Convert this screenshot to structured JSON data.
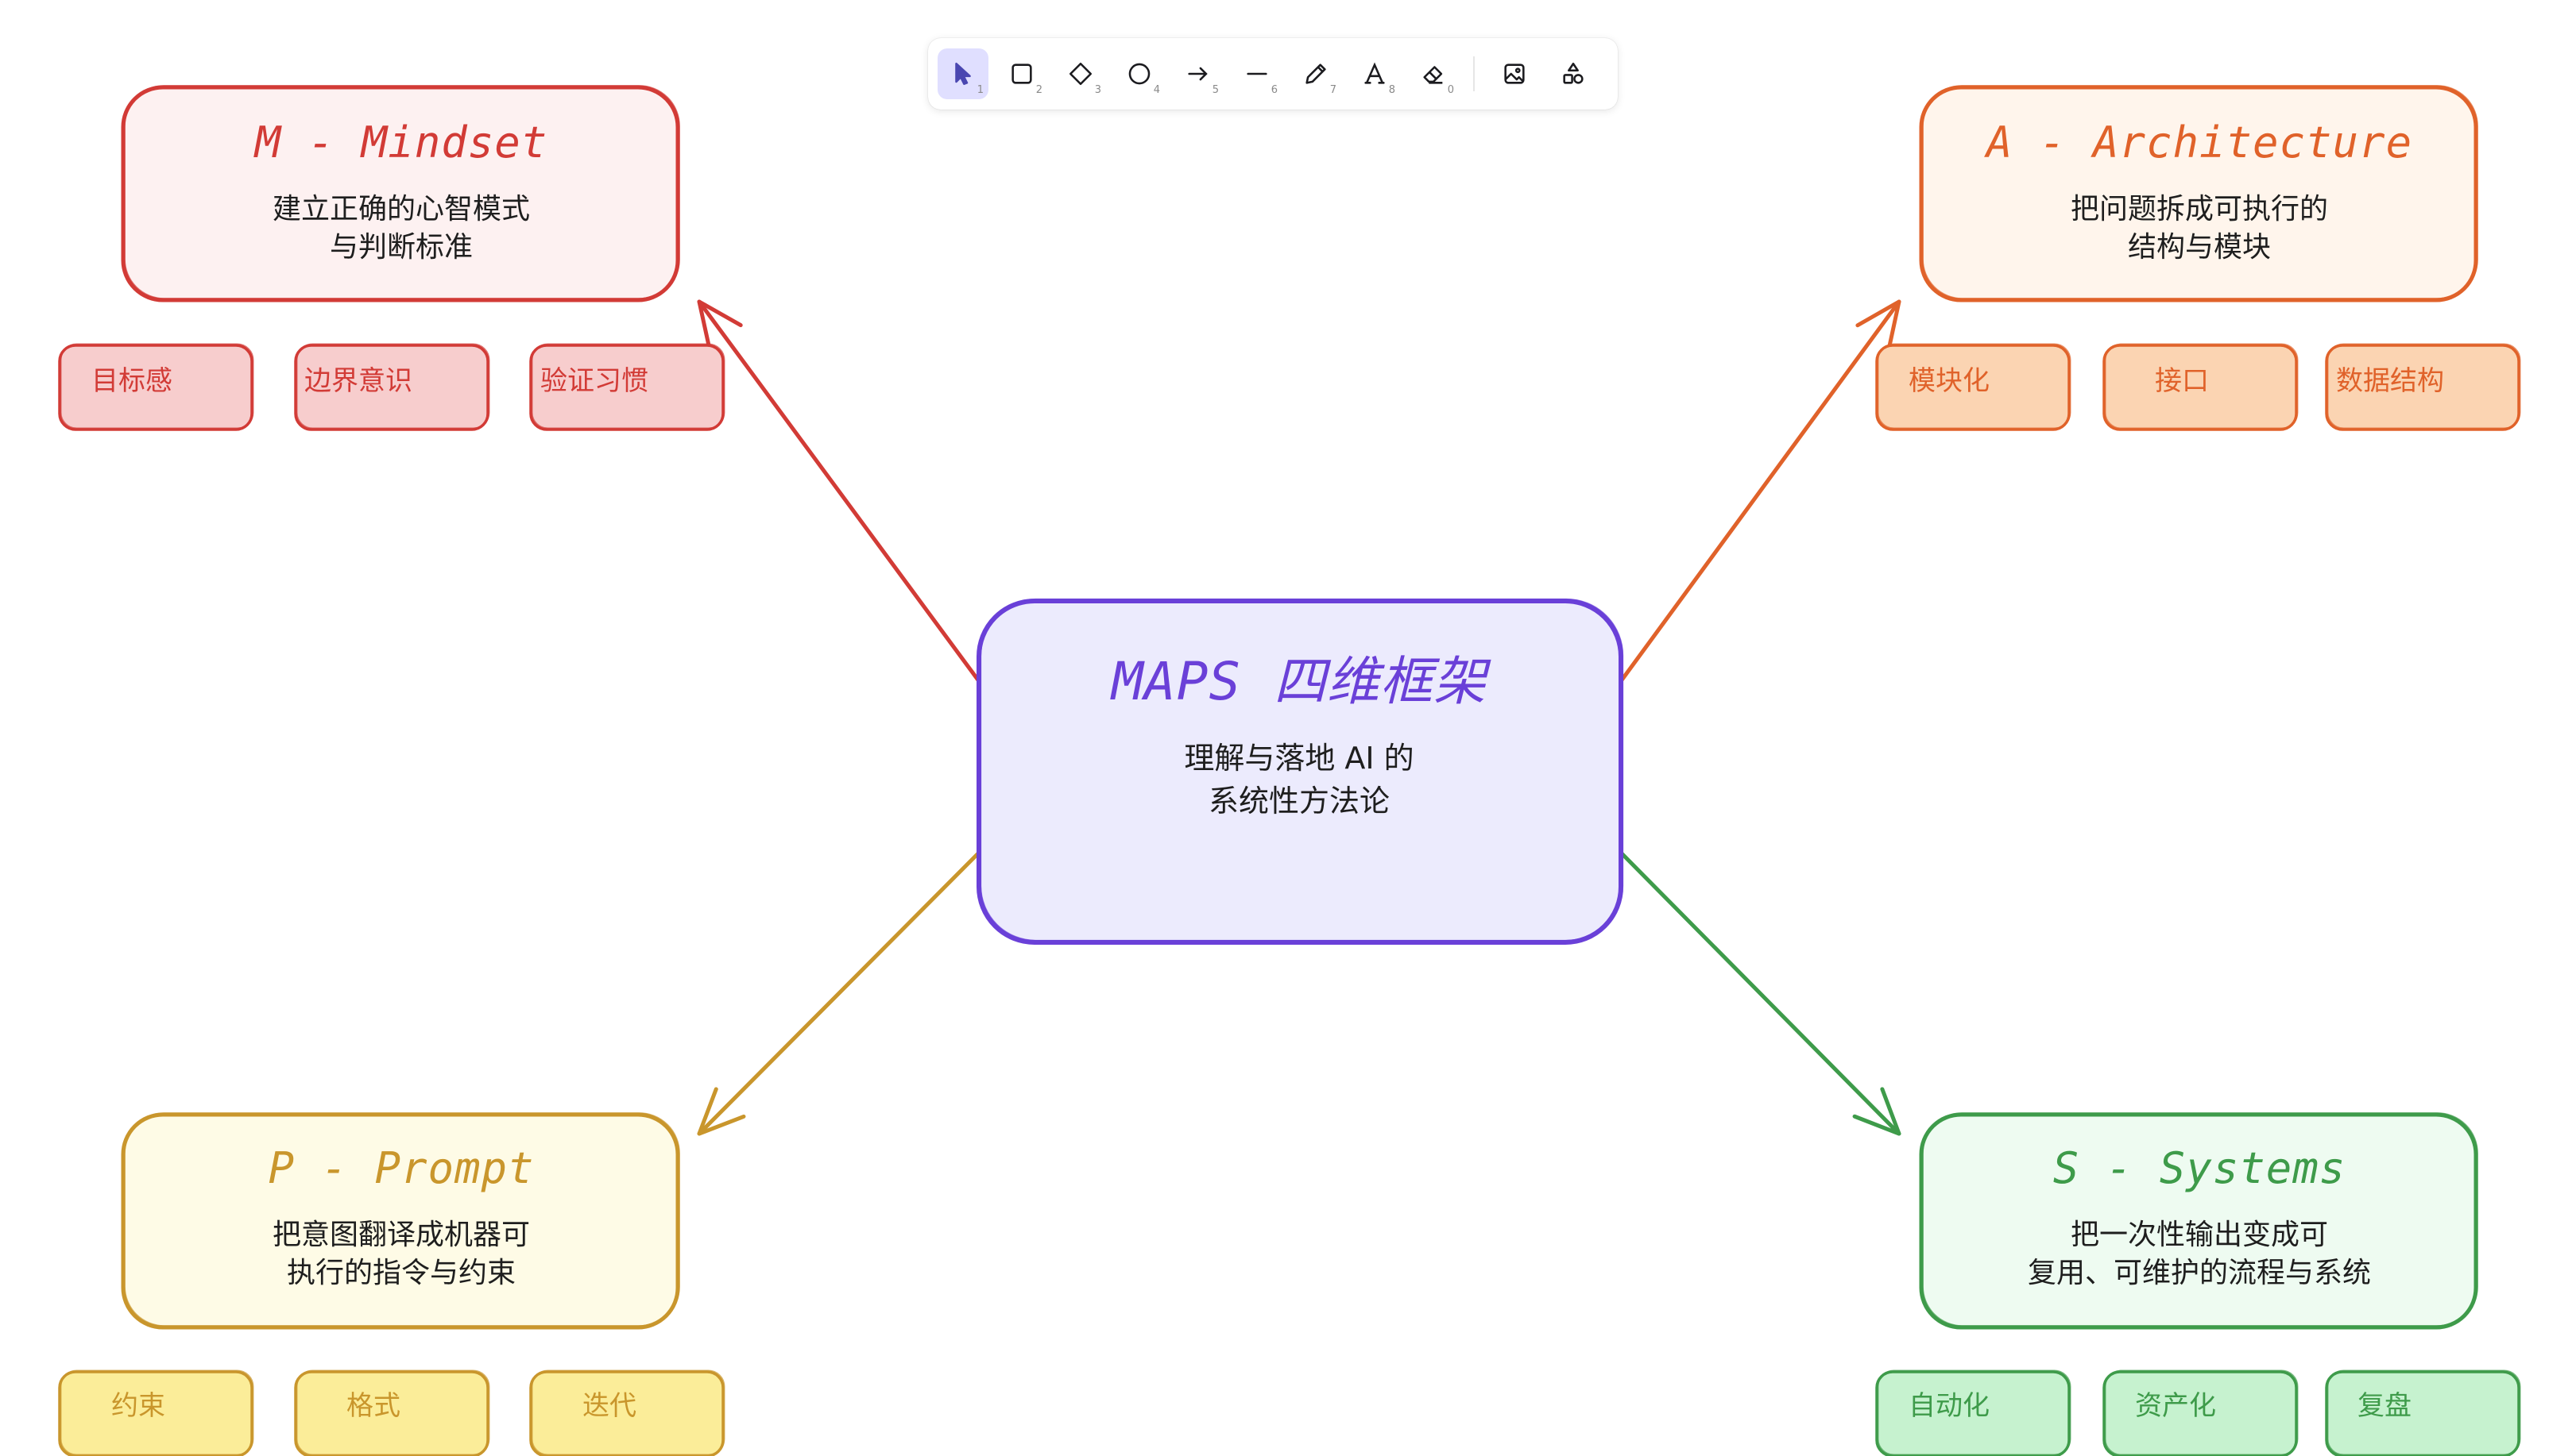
{
  "toolbar": {
    "tools": [
      {
        "name": "selection",
        "icon": "cursor-icon",
        "key": "1",
        "active": true
      },
      {
        "name": "rectangle",
        "icon": "rectangle-icon",
        "key": "2"
      },
      {
        "name": "diamond",
        "icon": "diamond-icon",
        "key": "3"
      },
      {
        "name": "ellipse",
        "icon": "ellipse-icon",
        "key": "4"
      },
      {
        "name": "arrow",
        "icon": "arrow-icon",
        "key": "5"
      },
      {
        "name": "line",
        "icon": "line-icon",
        "key": "6"
      },
      {
        "name": "draw",
        "icon": "pencil-icon",
        "key": "7"
      },
      {
        "name": "text",
        "icon": "text-icon",
        "key": "8"
      },
      {
        "name": "eraser",
        "icon": "eraser-icon",
        "key": "0"
      },
      {
        "name": "image",
        "icon": "image-icon"
      },
      {
        "name": "library",
        "icon": "shapes-icon"
      }
    ]
  },
  "center": {
    "title": "MAPS 四维框架",
    "desc": "理解与落地 AI 的\n系统性方法论",
    "stroke": "#6a40d8",
    "fill": "#ecebfd"
  },
  "nodes": {
    "mindset": {
      "title": "M - Mindset",
      "desc": "建立正确的心智模式\n与判断标准",
      "stroke": "#d23b36",
      "fill": "#fdf1f1",
      "chip_fill": "#f7cdcd",
      "chips": [
        "目标感",
        "边界意识",
        "验证习惯"
      ]
    },
    "architecture": {
      "title": "A - Architecture",
      "desc": "把问题拆成可执行的\n结构与模块",
      "stroke": "#e0622a",
      "fill": "#fff5ec",
      "chip_fill": "#fbd4b2",
      "chips": [
        "模块化",
        "接口",
        "数据结构"
      ]
    },
    "prompt": {
      "title": "P - Prompt",
      "desc": "把意图翻译成机器可\n执行的指令与约束",
      "stroke": "#c9962c",
      "fill": "#fefbe6",
      "chip_fill": "#fbed99",
      "chips": [
        "约束",
        "格式",
        "迭代"
      ]
    },
    "systems": {
      "title": "S - Systems",
      "desc": "把一次性输出变成可\n复用、可维护的流程与系统",
      "stroke": "#3e9b4a",
      "fill": "#eefbf1",
      "chip_fill": "#c6f2cf",
      "chips": [
        "自动化",
        "资产化",
        "复盘"
      ]
    }
  },
  "colors": {
    "toolbar_active_bg": "#e0dfff",
    "toolbar_active_fg": "#4a47b1",
    "text": "#1e1e1e"
  }
}
